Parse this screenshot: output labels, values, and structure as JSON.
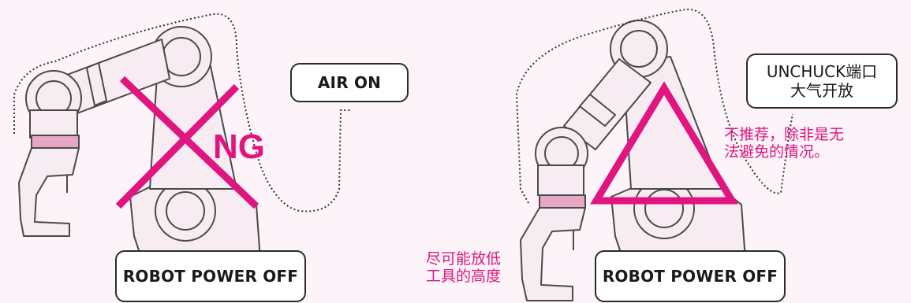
{
  "left_panel": {
    "air_label": "AIR ON",
    "power_label": "ROBOT POWER OFF",
    "ng_label": "NG"
  },
  "right_panel": {
    "unchuck_line1": "UNCHUCK端口",
    "unchuck_line2": "大气开放",
    "warning_line1": "不推荐，除非是无",
    "warning_line2": "法避免的情况。",
    "lower_line1": "尽可能放低",
    "lower_line2": "工具的高度",
    "power_label": "ROBOT POWER OFF"
  },
  "colors": {
    "accent": "#e0157f",
    "background": "#fdf4f9",
    "robot_fill": "#f7ecf2",
    "robot_stroke": "#4a4a4a",
    "flange": "#e6a6c6"
  }
}
